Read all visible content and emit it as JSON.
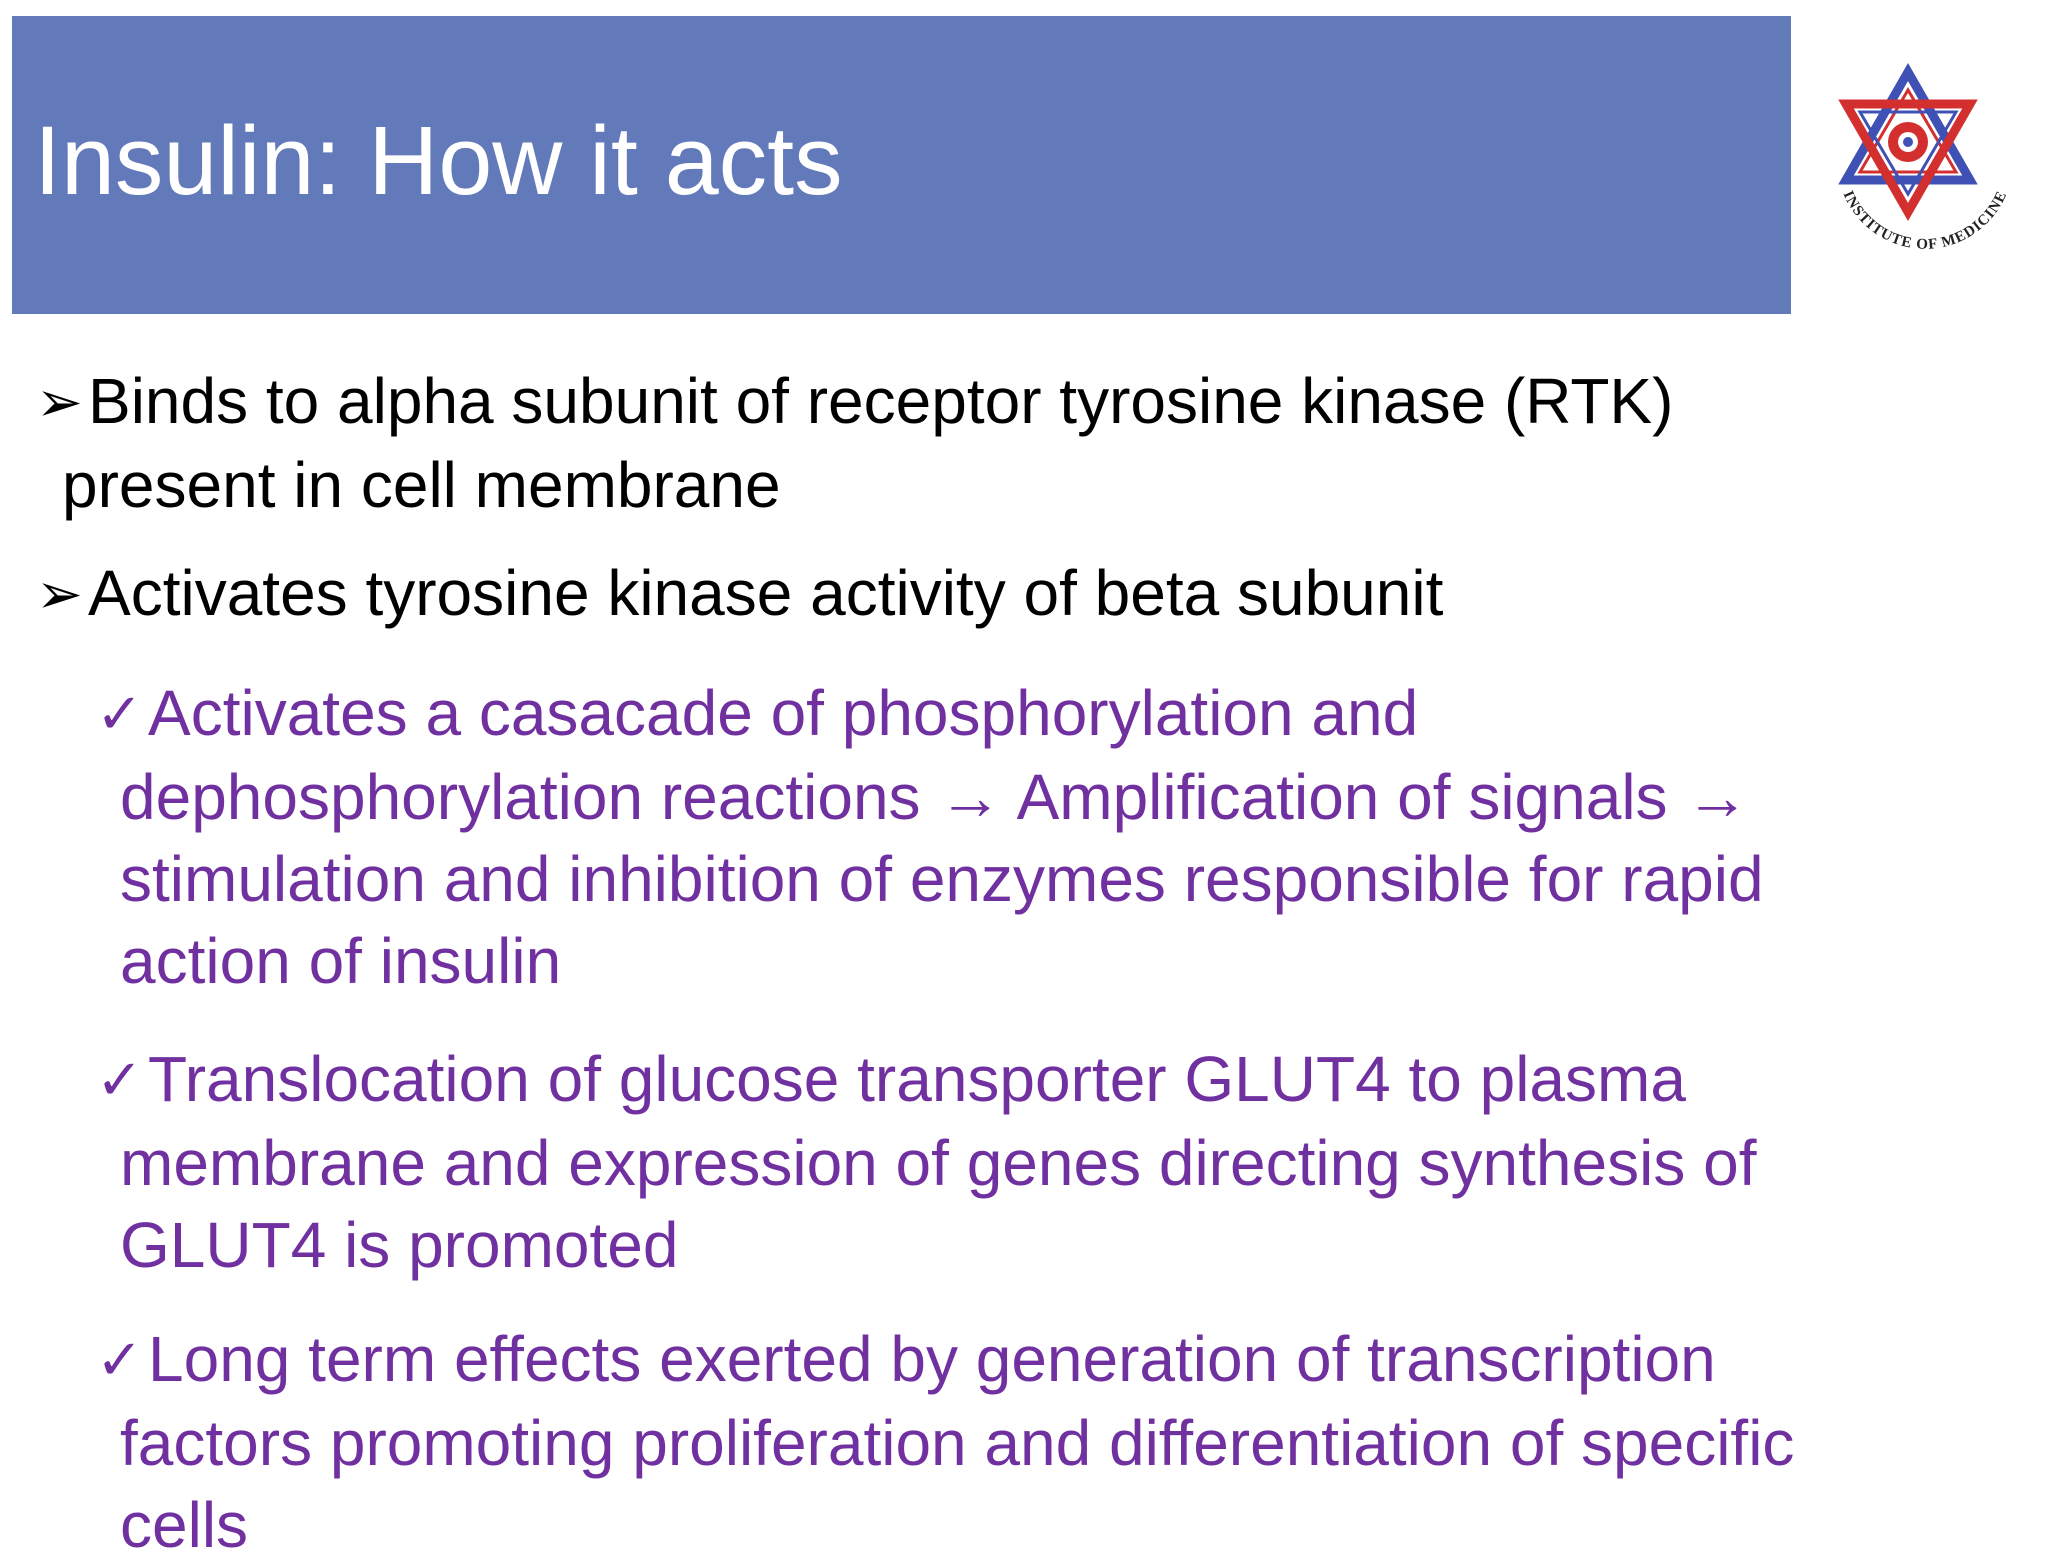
{
  "slide": {
    "title": "Insulin: How it acts",
    "logo": {
      "icon": "institute-of-medicine-seal",
      "text": "INSTITUTE OF MEDICINE",
      "colors": [
        "#d32f2f",
        "#3f51b5"
      ]
    },
    "bullets": [
      {
        "marker": "➢",
        "lines": [
          "Binds to alpha subunit of receptor tyrosine kinase (RTK)",
          "present in cell membrane"
        ]
      },
      {
        "marker": "➢",
        "lines": [
          "Activates tyrosine kinase activity of beta subunit"
        ]
      }
    ],
    "sub_bullets": [
      {
        "marker": "✓",
        "lines": [
          "Activates a casacade of phosphorylation and",
          "dephosphorylation reactions → Amplification of signals →",
          "stimulation and inhibition of enzymes responsible for rapid",
          "action of insulin"
        ]
      },
      {
        "marker": "✓",
        "lines": [
          "Translocation of glucose transporter GLUT4 to plasma",
          "membrane and expression of genes directing synthesis of",
          "GLUT4 is promoted"
        ]
      },
      {
        "marker": "✓",
        "lines": [
          "Long term effects exerted by generation of transcription",
          "factors promoting proliferation and differentiation of specific",
          "cells"
        ]
      }
    ],
    "colors": {
      "title_bar": "#6279ba",
      "title_text": "#ffffff",
      "main_text": "#000000",
      "sub_text": "#7030a0"
    }
  }
}
